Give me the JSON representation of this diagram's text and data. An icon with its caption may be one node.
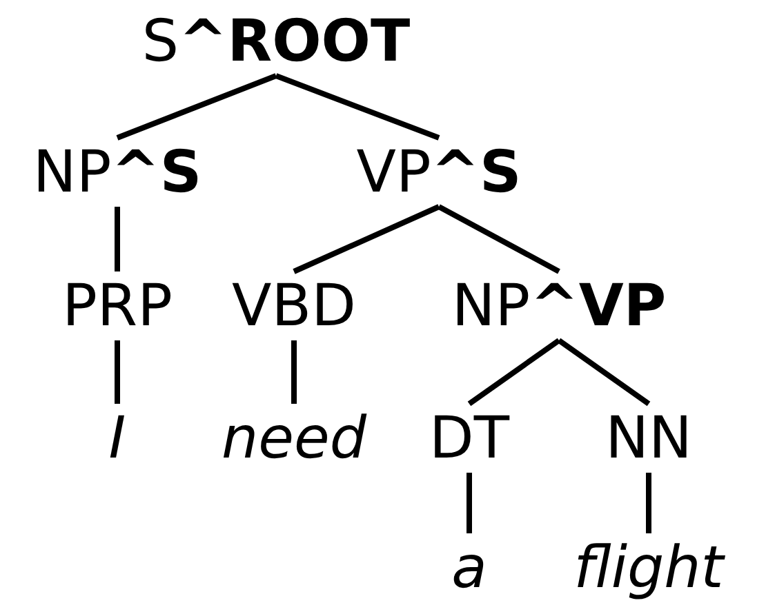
{
  "diagram": {
    "nodes": [
      {
        "text": [
          "S**^ROOT**"
        ]
      },
      {
        "text": [
          "NP**^S**"
        ]
      },
      {
        "text": [
          "VP**^S**"
        ]
      },
      {
        "text": [
          "PRP"
        ]
      },
      {
        "text": [
          "VBD"
        ]
      },
      {
        "text": [
          "NP**^VP**"
        ]
      },
      {
        "text": [
          "I"
        ]
      },
      {
        "text": [
          "need"
        ]
      },
      {
        "text": [
          "DT"
        ]
      },
      {
        "text": [
          "NN"
        ]
      },
      {
        "text": [
          "a"
        ]
      },
      {
        "text": [
          "flight"
        ]
      }
    ],
    "edges": [
      {
        "from": 0,
        "to": 1,
        "arrow": "none"
      },
      {
        "from": 0,
        "to": 2,
        "arrow": "none"
      },
      {
        "from": 1,
        "to": 3,
        "arrow": "none"
      },
      {
        "from": 2,
        "to": 4,
        "arrow": "none"
      },
      {
        "from": 2,
        "to": 5,
        "arrow": "none"
      },
      {
        "from": 3,
        "to": 6,
        "arrow": "none"
      },
      {
        "from": 4,
        "to": 7,
        "arrow": "none"
      },
      {
        "from": 5,
        "to": 8,
        "arrow": "none"
      },
      {
        "from": 5,
        "to": 9,
        "arrow": "none"
      },
      {
        "from": 8,
        "to": 10,
        "arrow": "none"
      },
      {
        "from": 9,
        "to": 11,
        "arrow": "none"
      }
    ]
  }
}
